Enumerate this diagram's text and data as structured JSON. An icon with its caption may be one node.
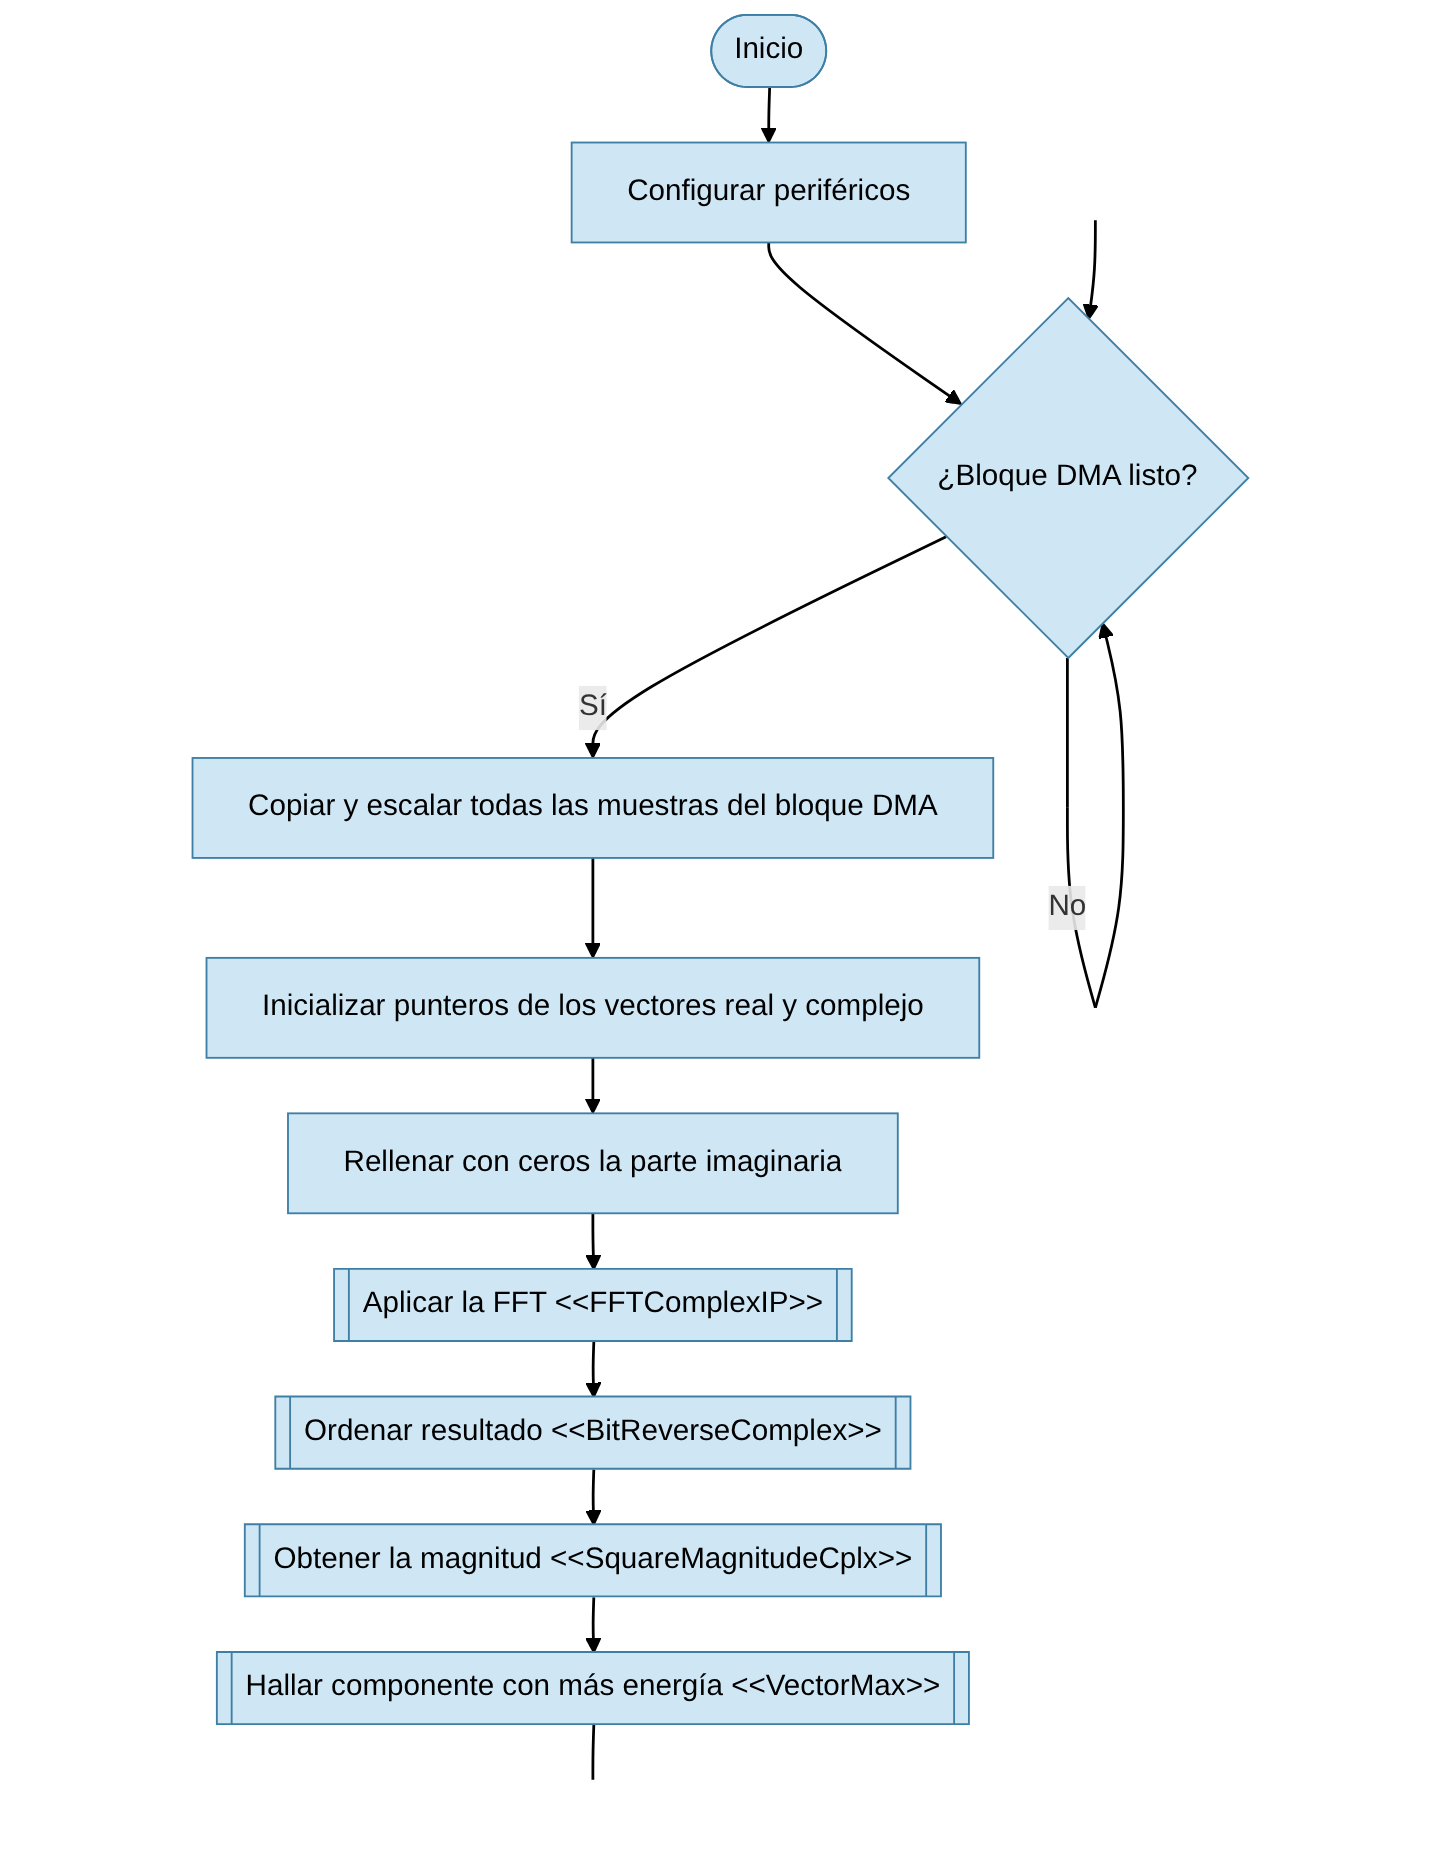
{
  "diagram": {
    "nodes": [
      {
        "text": [
          "Inicio"
        ]
      },
      {
        "text": [
          "Configurar periféricos"
        ]
      },
      {
        "text": [
          "¿Bloque DMA listo?"
        ]
      },
      {
        "text": [
          "Copiar y escalar todas las muestras del bloque DMA"
        ]
      },
      {
        "text": [
          "Inicializar punteros de los vectores real y complejo"
        ]
      },
      {
        "text": [
          "Rellenar con ceros la parte imaginaria"
        ]
      },
      {
        "text": [
          "Aplicar la FFT <<FFTComplexIP>>"
        ]
      },
      {
        "text": [
          "Ordenar resultado <<BitReverseComplex>>"
        ]
      },
      {
        "text": [
          "Obtener la magnitud <<SquareMagnitudeCplx>>"
        ]
      },
      {
        "text": [
          "Hallar componente con más energía <<VectorMax>>"
        ]
      }
    ],
    "edges": [
      {
        "from": 0,
        "to": 1,
        "arrow": "to"
      },
      {
        "from": 1,
        "to": 2,
        "arrow": "to"
      },
      {
        "from": 2,
        "to": 2,
        "arrow": "to",
        "label": "No"
      },
      {
        "from": 2,
        "to": 3,
        "arrow": "to",
        "label": "Sí"
      },
      {
        "from": 3,
        "to": 4,
        "arrow": "to"
      },
      {
        "from": 4,
        "to": 5,
        "arrow": "to"
      },
      {
        "from": 5,
        "to": 6,
        "arrow": "to"
      },
      {
        "from": 6,
        "to": 7,
        "arrow": "to"
      },
      {
        "from": 7,
        "to": 8,
        "arrow": "to"
      },
      {
        "from": 8,
        "to": 9,
        "arrow": "to"
      },
      {
        "from": 9,
        "to": null,
        "arrow": "none"
      },
      {
        "from": null,
        "to": 2,
        "arrow": "to"
      }
    ]
  }
}
